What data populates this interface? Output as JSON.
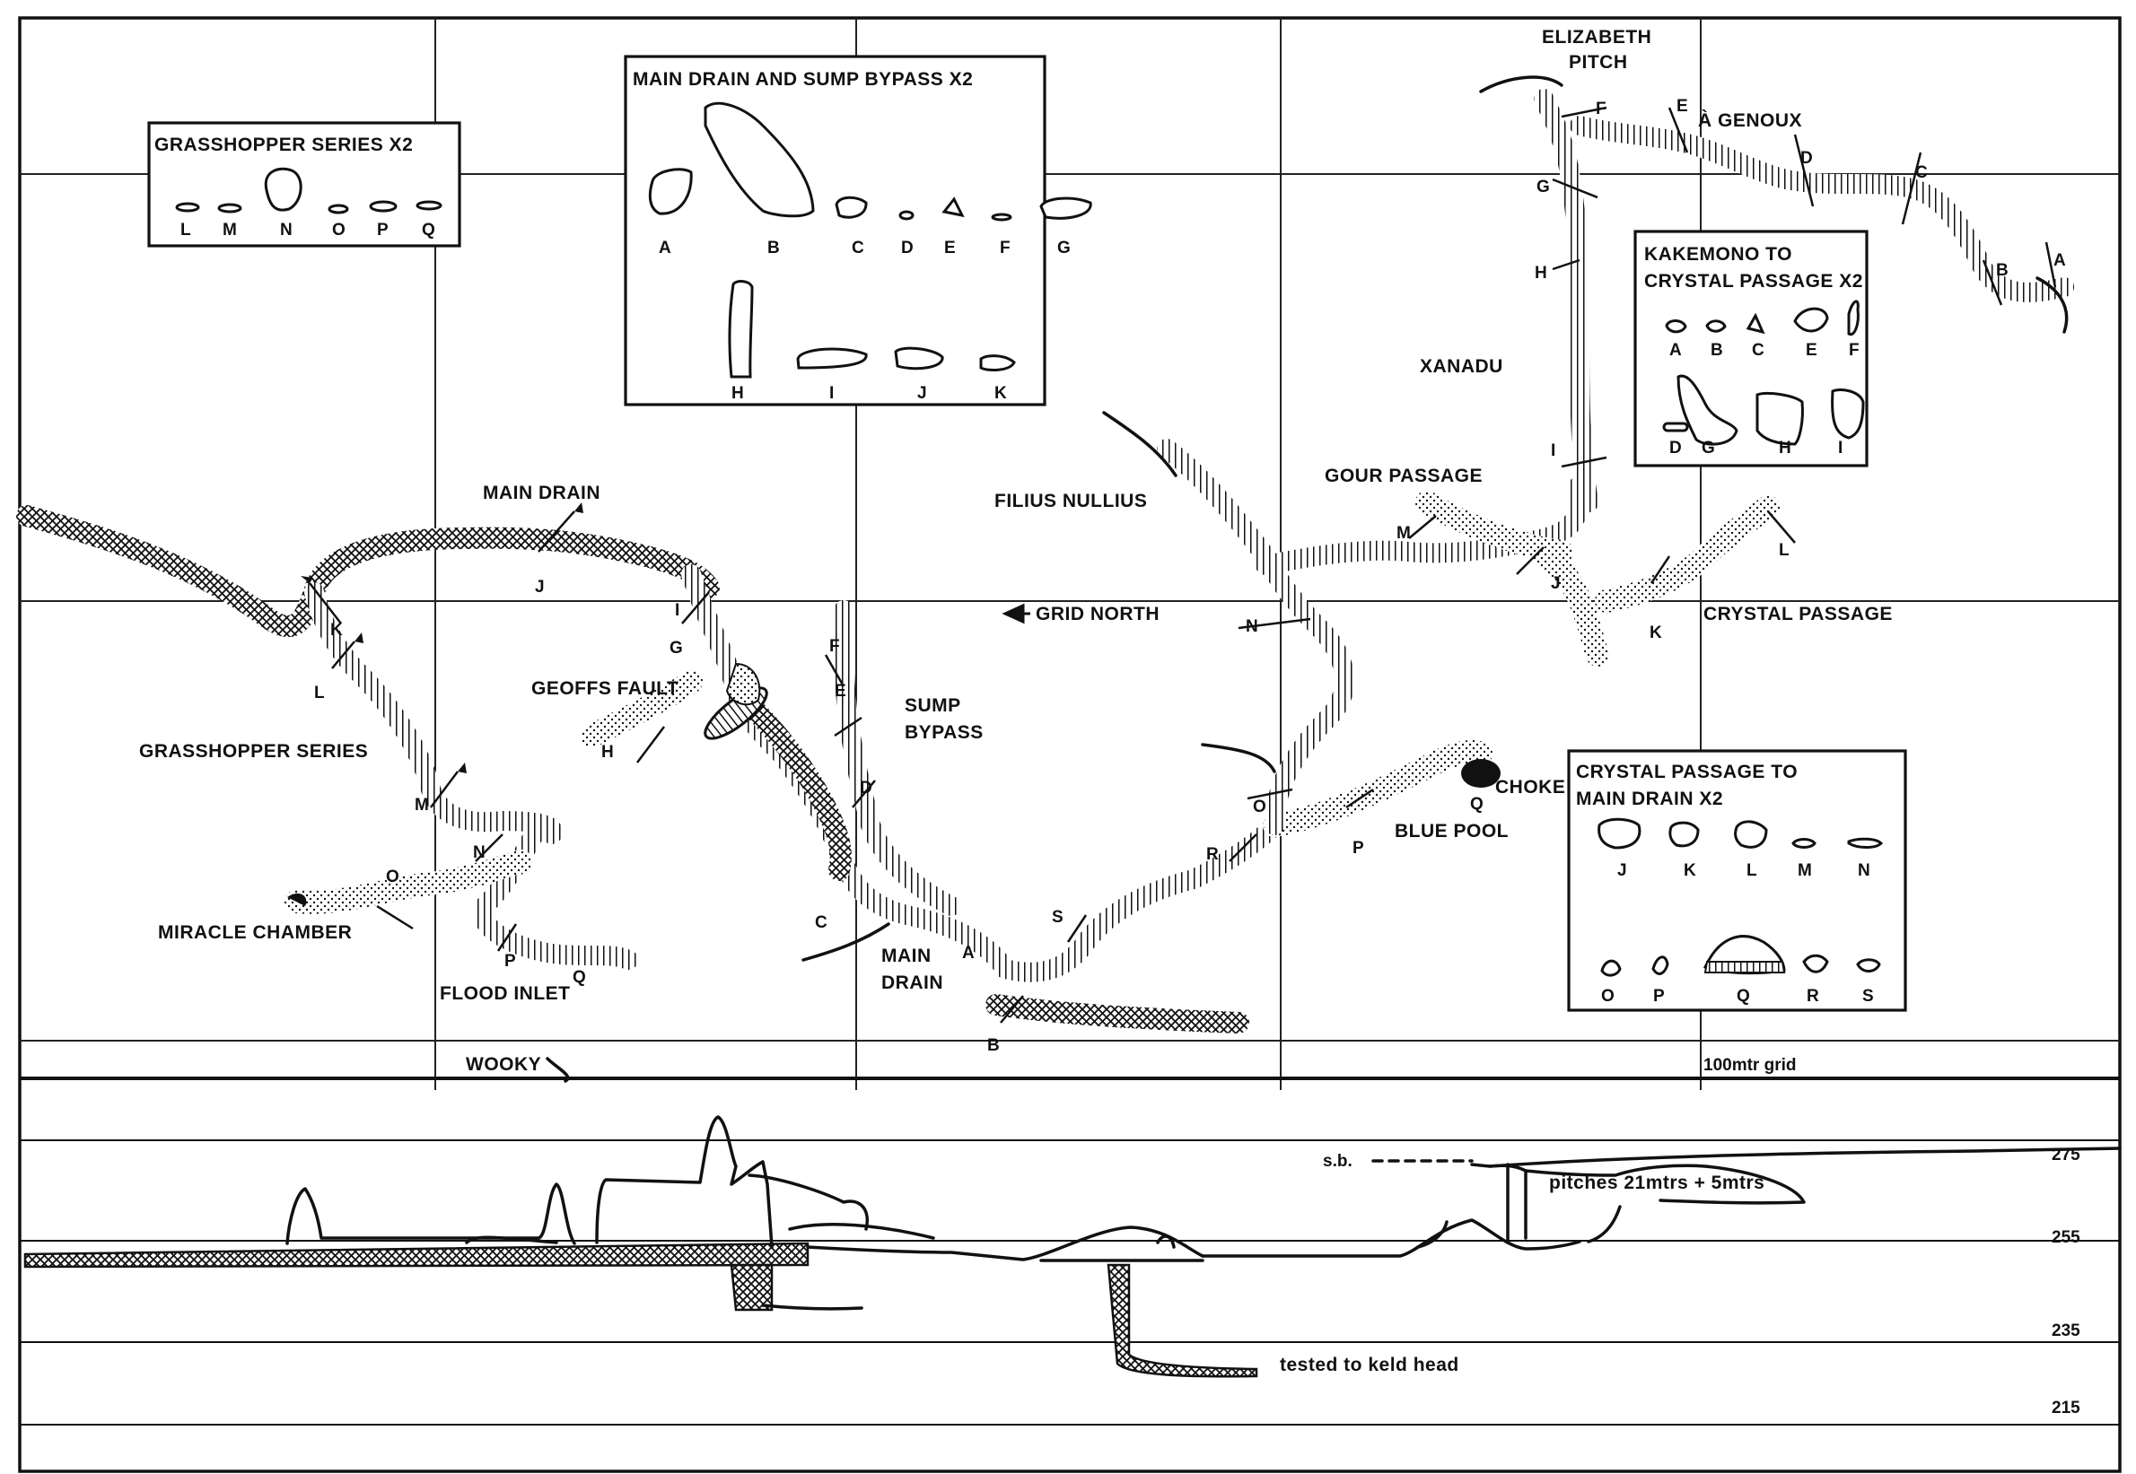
{
  "map_labels": {
    "main_drain_top": "MAIN DRAIN",
    "grasshopper_series": "GRASSHOPPER SERIES",
    "geoffs_fault": "GEOFFS FAULT",
    "miracle_chamber": "MIRACLE CHAMBER",
    "flood_inlet": "FLOOD INLET",
    "wooky": "WOOKY",
    "sump_bypass_1": "SUMP",
    "sump_bypass_2": "BYPASS",
    "main_drain_bottom_1": "MAIN",
    "main_drain_bottom_2": "DRAIN",
    "filius_nullius": "FILIUS NULLIUS",
    "grid_north": "GRID NORTH",
    "xanadu": "XANADU",
    "gour_passage": "GOUR PASSAGE",
    "crystal_passage": "CRYSTAL PASSAGE",
    "elizabeth_1": "ELIZABETH",
    "elizabeth_2": "PITCH",
    "a_genoux": "À GENOUX",
    "choke": "CHOKE",
    "blue_pool": "BLUE POOL",
    "grid_scale": "100mtr grid"
  },
  "section_letters": {
    "grasshopper": [
      "K",
      "L",
      "M",
      "N",
      "O",
      "P",
      "Q",
      "J"
    ],
    "main": [
      "A",
      "B",
      "C",
      "D",
      "E",
      "F",
      "G",
      "H",
      "I"
    ],
    "crystal": [
      "J",
      "K",
      "L",
      "M",
      "N",
      "O",
      "P",
      "Q",
      "R",
      "S"
    ],
    "kakemono": [
      "A",
      "B",
      "C",
      "D",
      "E",
      "F",
      "G",
      "H",
      "I"
    ]
  },
  "insets": {
    "grasshopper": {
      "title": "GRASSHOPPER SERIES X2",
      "labels": [
        "L",
        "M",
        "N",
        "O",
        "P",
        "Q"
      ]
    },
    "main_drain": {
      "title": "MAIN DRAIN AND SUMP BYPASS  X2",
      "labels_row1": [
        "A",
        "B",
        "C",
        "D",
        "E",
        "F",
        "G"
      ],
      "labels_row2": [
        "H",
        "I",
        "J",
        "K"
      ]
    },
    "kakemono": {
      "title_1": "KAKEMONO TO",
      "title_2": "CRYSTAL PASSAGE  X2",
      "labels_row1": [
        "A",
        "B",
        "C",
        "E",
        "F"
      ],
      "labels_row2": [
        "D",
        "G",
        "H",
        "I"
      ]
    },
    "crystal_main": {
      "title_1": "CRYSTAL PASSAGE TO",
      "title_2": "MAIN DRAIN  X2",
      "labels_row1": [
        "J",
        "K",
        "L",
        "M",
        "N"
      ],
      "labels_row2": [
        "O",
        "P",
        "Q",
        "R",
        "S"
      ]
    }
  },
  "elevation": {
    "levels": [
      "275",
      "255",
      "235",
      "215"
    ],
    "sb_label": "s.b.",
    "pitches": "pitches 21mtrs + 5mtrs",
    "keld_head": "tested to keld head"
  }
}
